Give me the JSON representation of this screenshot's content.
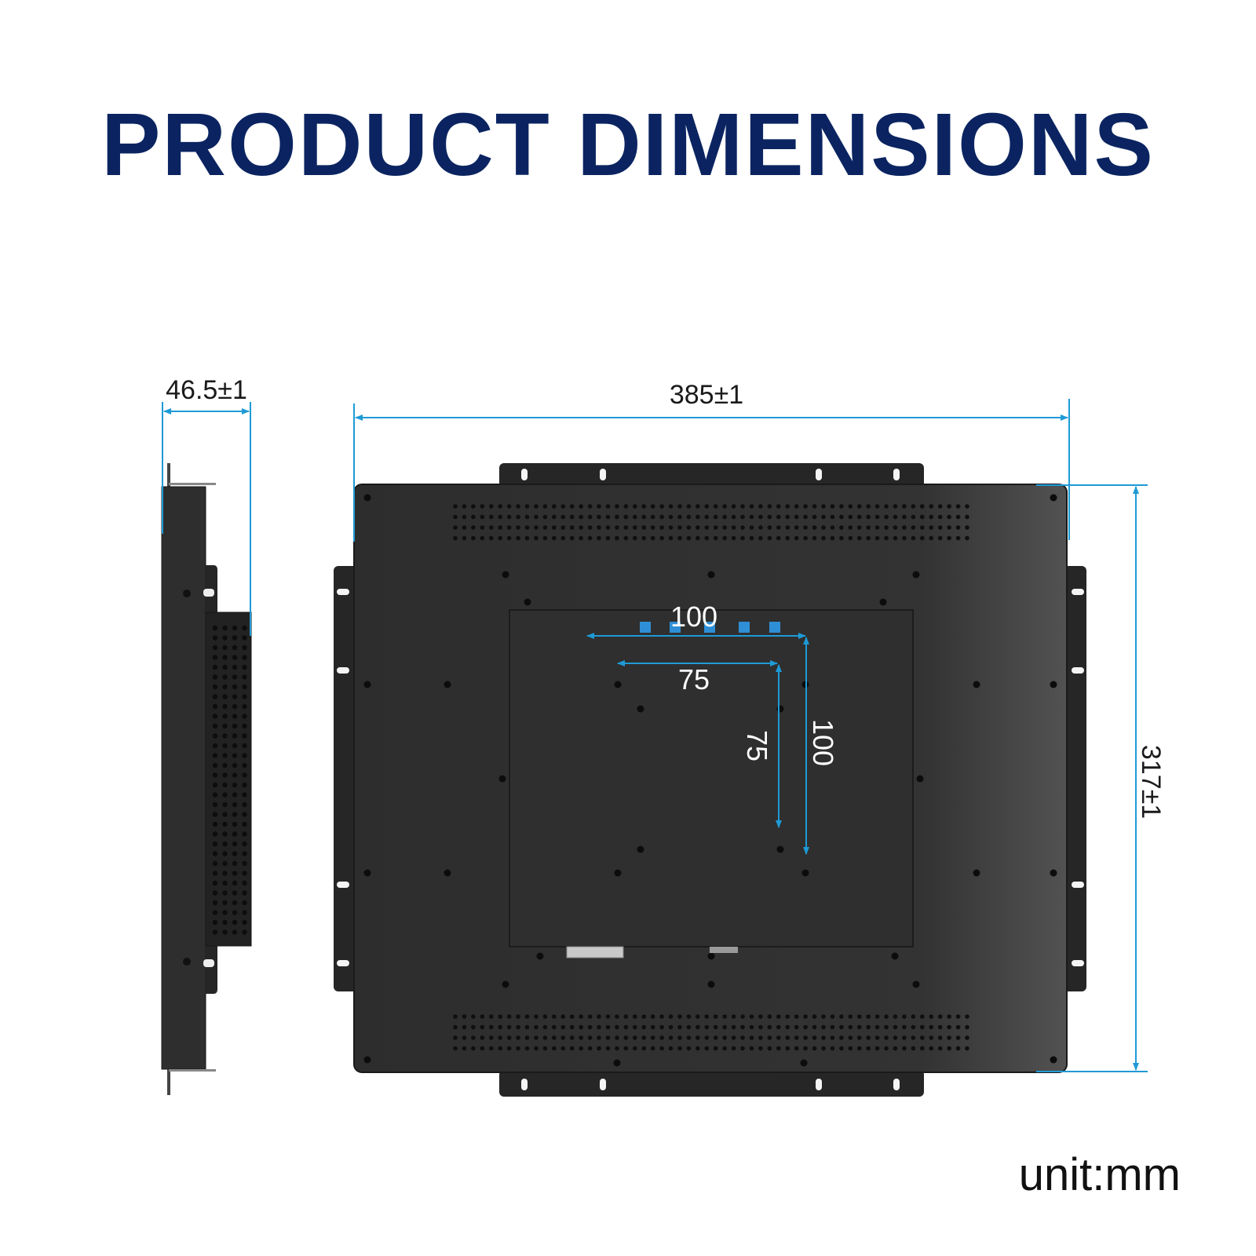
{
  "title": "PRODUCT DIMENSIONS",
  "unit": "unit:mm",
  "colors": {
    "title": "#0b2461",
    "dimension_line": "#1e9ad6",
    "device": "#2e2e2e",
    "device_edge": "#1a1a1a",
    "button": "#2f8fd6"
  },
  "dimensions": {
    "depth": "46.5±1",
    "width": "385±1",
    "height": "317±1",
    "vesa_outer_h": "100",
    "vesa_inner_h": "75",
    "vesa_inner_v": "75",
    "vesa_outer_v": "100"
  },
  "side_view": {
    "grille_rows": 32,
    "grille_cols": 4
  },
  "rear_view": {
    "vent_rows": 4,
    "vent_cols": 58,
    "front_buttons": 5
  }
}
